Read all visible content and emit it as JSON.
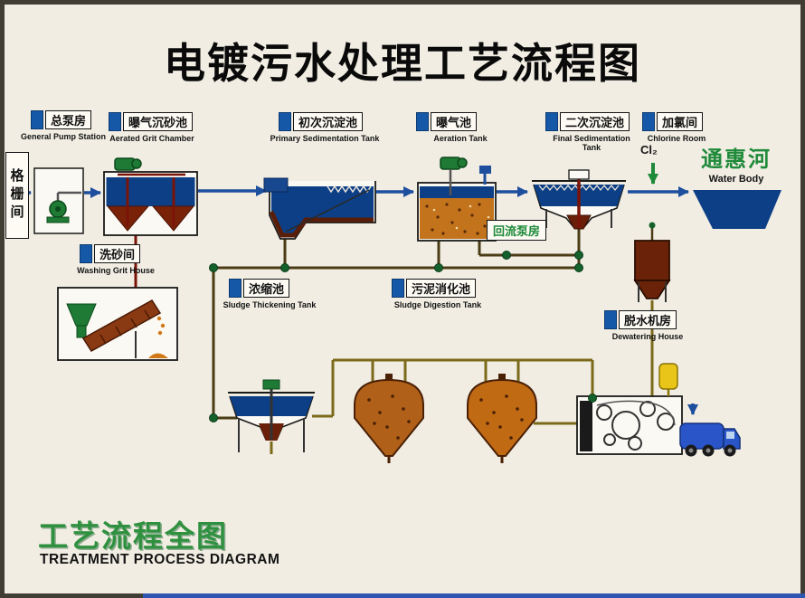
{
  "title": "电镀污水处理工艺流程图",
  "stations": {
    "grid_room": {
      "cn": "格栅间"
    },
    "pump": {
      "cn": "总泵房",
      "en": "General Pump Station"
    },
    "grit": {
      "cn": "曝气沉砂池",
      "en": "Aerated Grit Chamber"
    },
    "primary": {
      "cn": "初次沉淀池",
      "en": "Primary Sedimentation Tank"
    },
    "aeration": {
      "cn": "曝气池",
      "en": "Aeration Tank"
    },
    "final": {
      "cn": "二次沉淀池",
      "en": "Final Sedimentation Tank"
    },
    "chlorine": {
      "cn": "加氯间",
      "en": "Chlorine Room",
      "chemical": "Cl₂"
    },
    "river": {
      "cn": "通惠河",
      "en": "Water Body"
    },
    "washing": {
      "cn": "洗砂间",
      "en": "Washing Grit House"
    },
    "return_pump": {
      "cn": "回流泵房"
    },
    "thickening": {
      "cn": "浓缩池",
      "en": "Sludge Thickening Tank"
    },
    "digestion": {
      "cn": "污泥消化池",
      "en": "Sludge Digestion Tank"
    },
    "dewatering": {
      "cn": "脱水机房",
      "en": "Dewatering House"
    }
  },
  "footer": {
    "cn": "工艺流程全图",
    "en": "TREATMENT PROCESS DIAGRAM"
  },
  "colors": {
    "background": "#f1ede3",
    "frame": "#403d34",
    "water": "#0c3f86",
    "sludge_dark": "#6a2008",
    "aeration_mix": "#c2731c",
    "label_square_blue": "#1658a8",
    "flow_arrow_blue": "#1d4f9e",
    "accent_green": "#1f8a3a",
    "pipe_sludge": "#4a3c14",
    "pipe_digester": "#7a6a1a",
    "truck_blue": "#2a55c8",
    "polymer_yellow": "#e8c518"
  }
}
